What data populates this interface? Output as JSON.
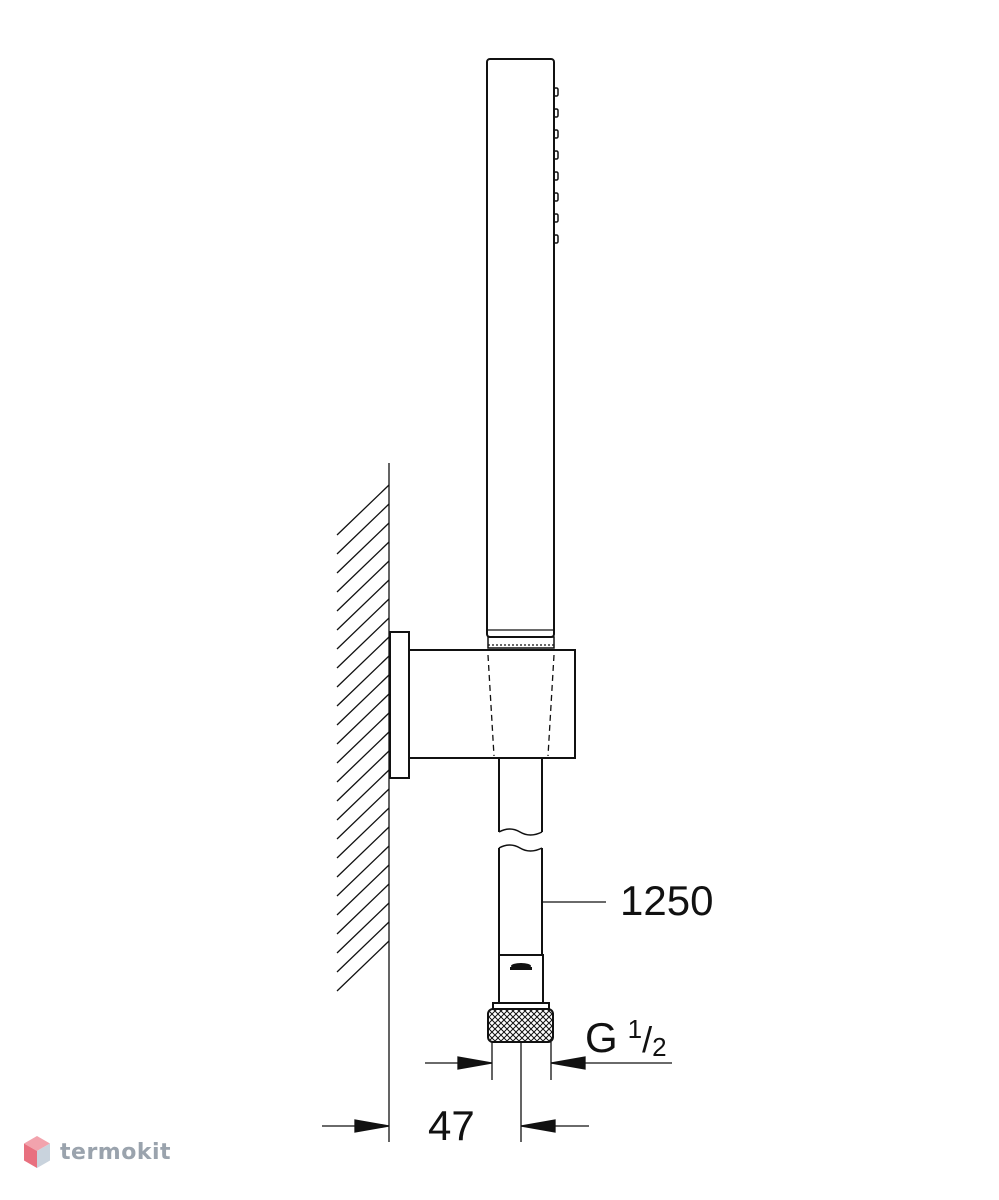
{
  "drawing": {
    "hose_length_label": "1250",
    "thread": {
      "letter": "G",
      "numerator": "1",
      "slash": "/",
      "denominator": "2"
    },
    "wall_offset_label": "47"
  },
  "watermark": {
    "text": "termokit",
    "logo": "cube-logo"
  },
  "colors": {
    "line": "#111111",
    "watermark": "#9aa3ad",
    "logo_top": "#f2a3ad",
    "logo_left": "#e8707f",
    "logo_right": "#c9d3dd"
  }
}
